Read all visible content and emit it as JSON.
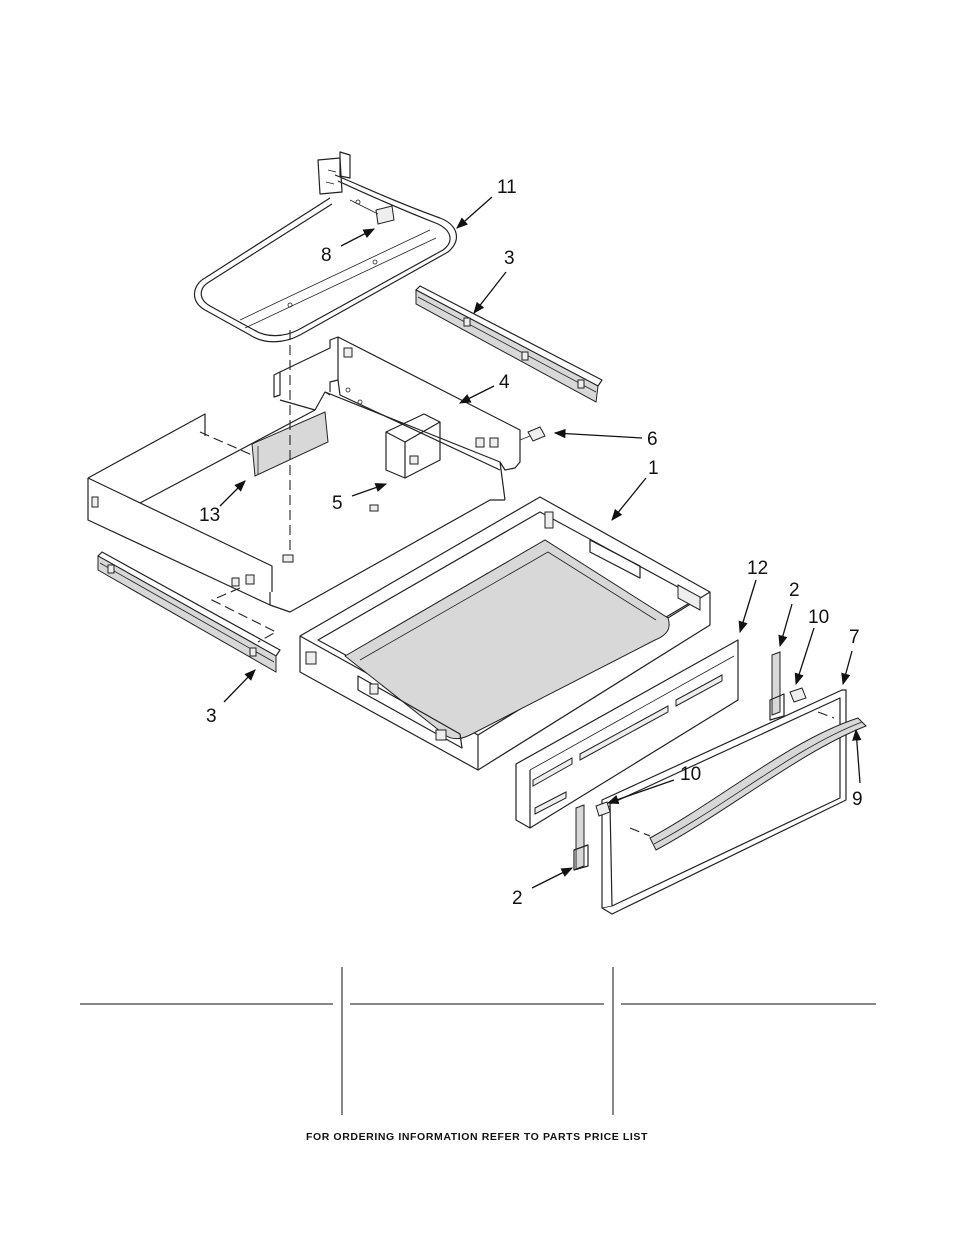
{
  "callouts": {
    "c11": "11",
    "c8": "8",
    "c3_top": "3",
    "c4": "4",
    "c6": "6",
    "c1": "1",
    "c13": "13",
    "c5": "5",
    "c12": "12",
    "c2_top": "2",
    "c10_top": "10",
    "c7": "7",
    "c3_bottom": "3",
    "c10_bottom": "10",
    "c9": "9",
    "c2_bottom": "2"
  },
  "footer": {
    "note": "FOR ORDERING INFORMATION REFER TO PARTS PRICE LIST"
  }
}
